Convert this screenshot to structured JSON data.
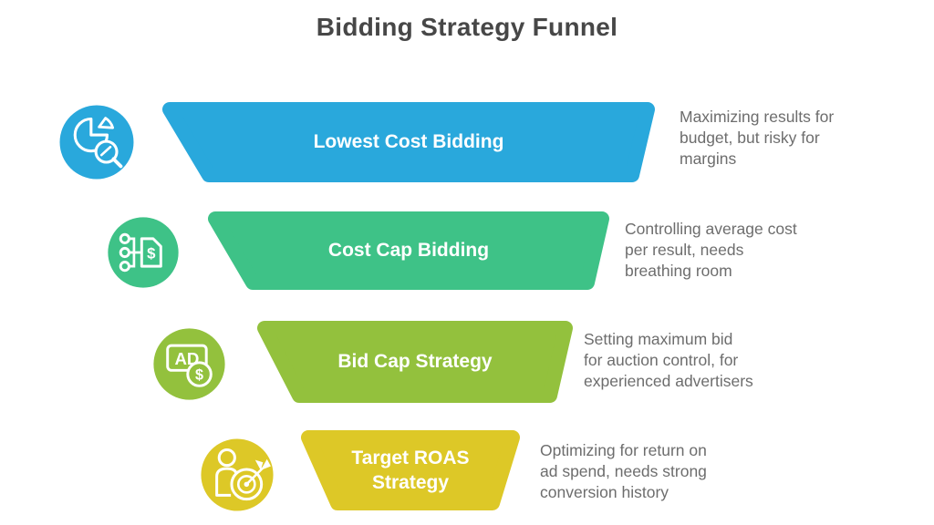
{
  "title": "Bidding Strategy Funnel",
  "colors": {
    "background": "#ffffff",
    "title_text": "#474747",
    "description_text": "#6d6d6d",
    "funnel_label_text": "#ffffff",
    "level_blue": "#29a8dc",
    "level_green": "#3ec287",
    "level_lime": "#93c13d",
    "level_yellow": "#ddc827"
  },
  "funnel": {
    "levels": [
      {
        "label": "Lowest Cost Bidding",
        "description": "Maximizing results for\nbudget, but risky for\nmargins",
        "color": "#29a8dc",
        "icon": "pie-chart-magnifier-icon"
      },
      {
        "label": "Cost Cap Bidding",
        "description": "Controlling average cost\nper result, needs\nbreathing room",
        "color": "#3ec287",
        "icon": "flowchart-price-tag-icon",
        "icon_label": "$"
      },
      {
        "label": "Bid Cap Strategy",
        "description": "Setting maximum bid\nfor auction control, for\nexperienced advertisers",
        "color": "#93c13d",
        "icon": "ad-dollar-coin-icon",
        "icon_label": "AD",
        "icon_coin_label": "$"
      },
      {
        "label": "Target ROAS Strategy",
        "description": "Optimizing for return on\nad spend, needs strong\nconversion history",
        "color": "#ddc827",
        "icon": "person-target-dart-icon"
      }
    ]
  }
}
